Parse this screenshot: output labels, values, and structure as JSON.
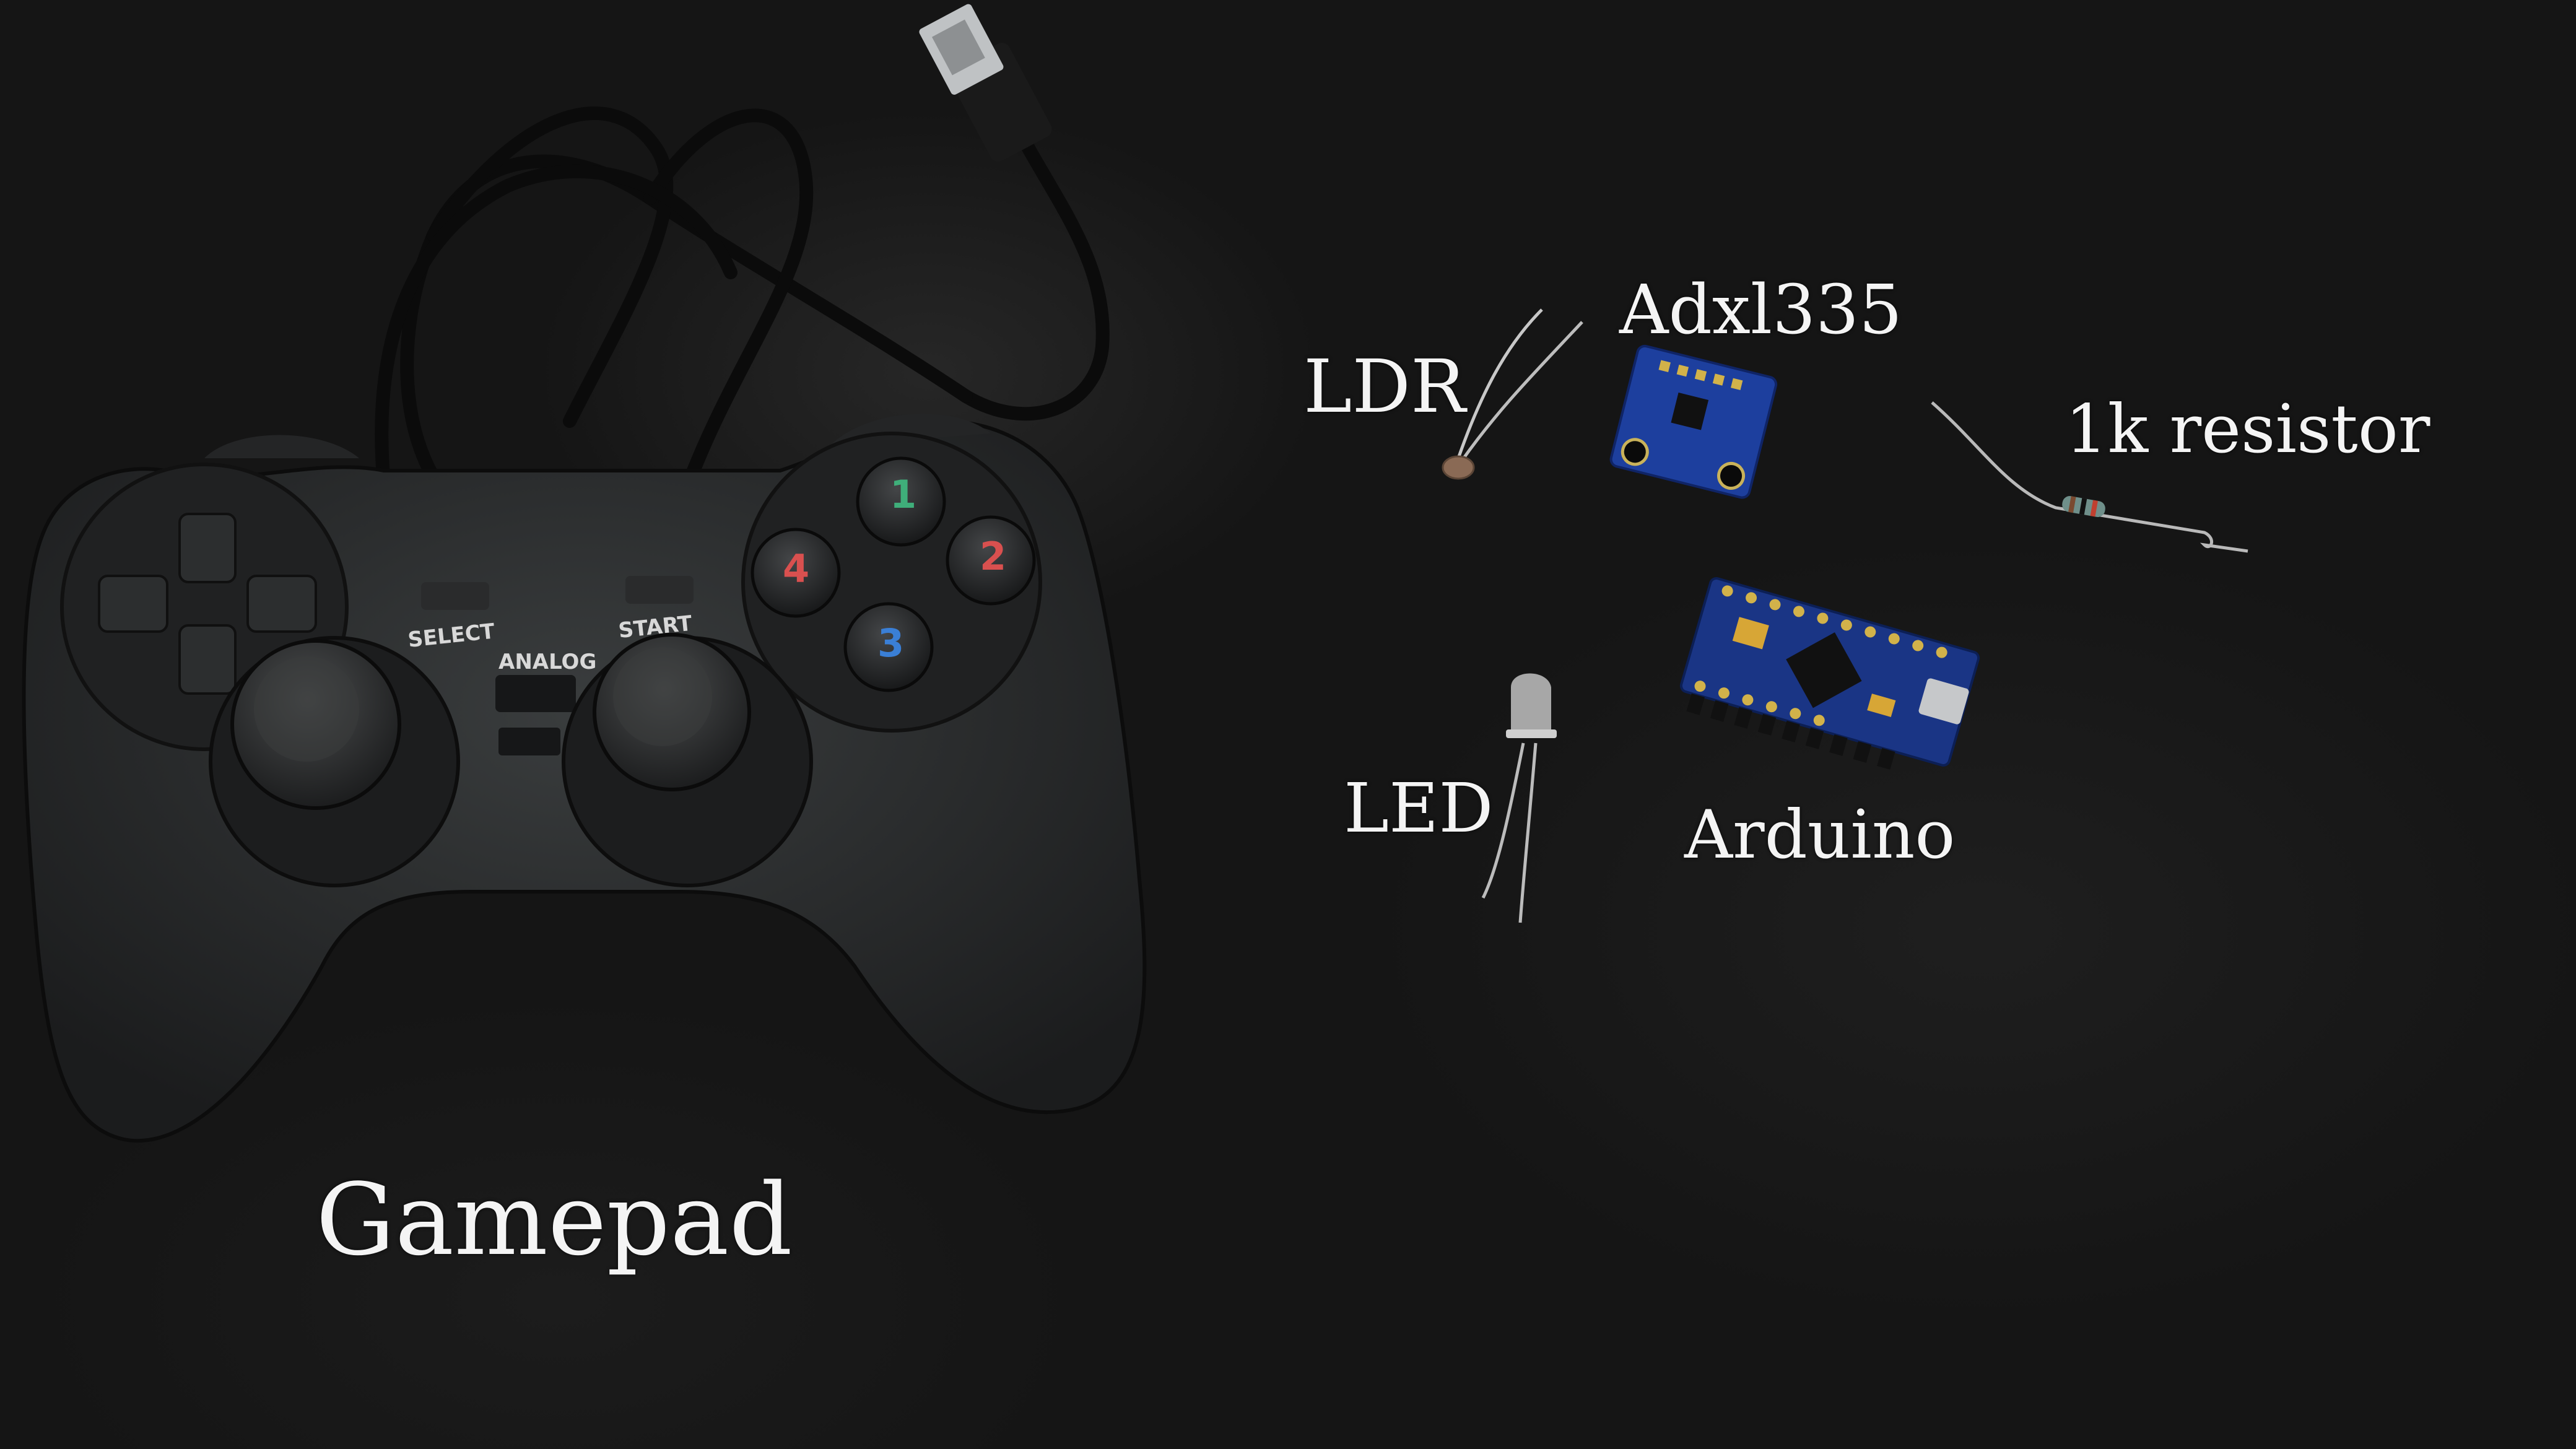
{
  "labels": {
    "gamepad": "Gamepad",
    "ldr": "LDR",
    "adxl": "Adxl335",
    "resistor": "1k resistor",
    "led": "LED",
    "arduino": "Arduino"
  },
  "gamepad": {
    "select_text": "SELECT",
    "analog_text": "ANALOG",
    "start_text": "START",
    "button_1": "1",
    "button_2": "2",
    "button_3": "3",
    "button_4": "4",
    "button_colors": {
      "one": "#3fae7a",
      "two": "#d9504f",
      "three": "#3a7fd6",
      "four": "#d9504f"
    }
  },
  "colors": {
    "background": "#151515",
    "label_text": "#f4f4f4",
    "adxl_board": "#1d3f9e",
    "arduino_board": "#1a3585"
  }
}
